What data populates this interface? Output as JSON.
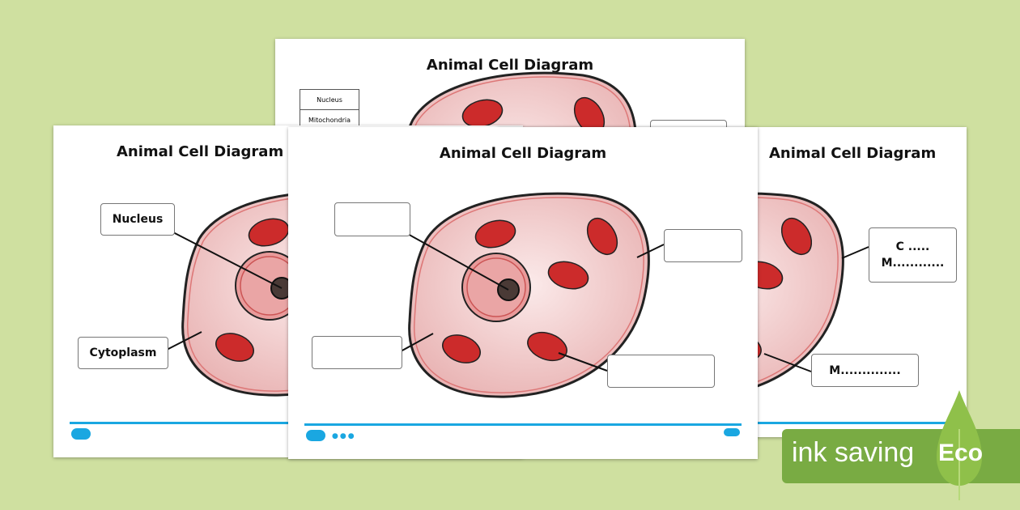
{
  "worksheet_title": "Animal Cell Diagram",
  "back_page": {
    "word_bank": [
      "Nucleus",
      "Mitochondria"
    ]
  },
  "left_page": {
    "labels": {
      "nucleus": "Nucleus",
      "cytoplasm": "Cytoplasm"
    }
  },
  "right_page": {
    "labels": {
      "top_line1": "C .....",
      "top_line2": "M............",
      "bottom": "M.............."
    }
  },
  "badge": {
    "text": "ink saving",
    "eco": "Eco"
  },
  "colors": {
    "background": "#cfe0a0",
    "cell": "#f0c8c8",
    "mitochondria": "#cc2b2b",
    "footer": "#1aa7e1",
    "badge": "#79ab43"
  }
}
